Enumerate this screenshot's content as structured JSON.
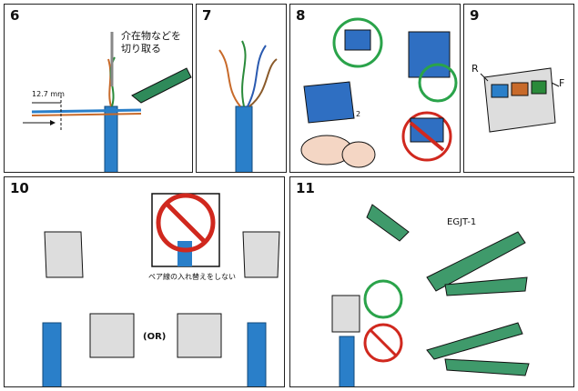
{
  "panels": [
    {
      "number": "6"
    },
    {
      "number": "7"
    },
    {
      "number": "8"
    },
    {
      "number": "9"
    },
    {
      "number": "10"
    },
    {
      "number": "11"
    }
  ],
  "step6": {
    "note": "介在物などを",
    "note2": "切り取る",
    "measure": "12.7 mm"
  },
  "step8": {
    "arrow_label": "2"
  },
  "step9": {
    "left_label": "R",
    "right_label": "F"
  },
  "step10": {
    "or_label": "(OR)",
    "warning": "ペア線の入れ替えをしない"
  },
  "step11": {
    "tool_label": "EGJT-1"
  },
  "colors": {
    "cable": "#2a7fc9",
    "jack": "#2f6fc2",
    "tool": "#3f9a6b",
    "ok": "#2aa34a",
    "no": "#d0281e"
  }
}
